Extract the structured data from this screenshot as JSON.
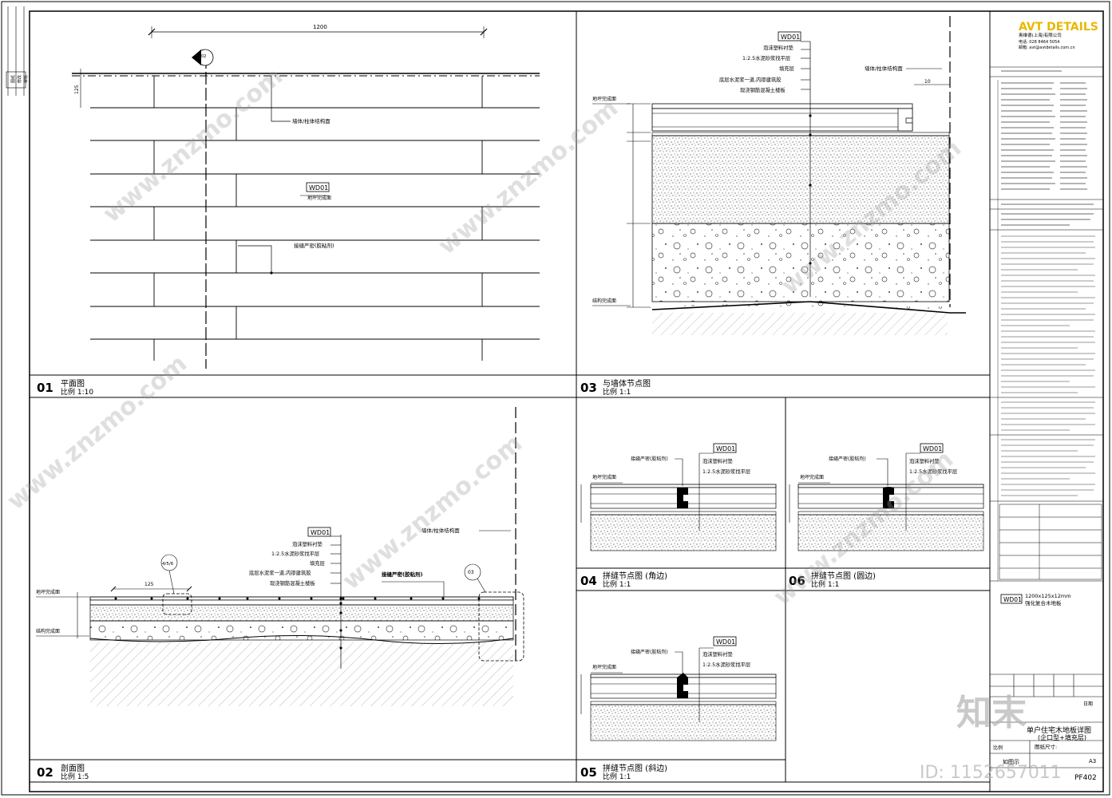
{
  "title_block": {
    "brand": "AVT DETAILS",
    "company": "奥维德(上海)有限公司",
    "phone": "电话: 028 8464 5054",
    "email": "邮箱: avt@avtdetails.com.cn",
    "drawing_name_line1": "单户住宅木地板详图",
    "drawing_name_line2": "(企口型+填充层)",
    "date_label": "日期",
    "scale_label": "比例",
    "scale_value": "如图示",
    "size_label": "图纸尺寸:",
    "size_value": "A3",
    "drawing_no": "PF402",
    "legend_code": "WD01",
    "legend_line1": "1200x125x12mm",
    "legend_line2": "强化复合木地板"
  },
  "watermark": {
    "site": "www.znzmo.com",
    "brand_cn": "知末",
    "id_text": "ID: 1152657011"
  },
  "panels": [
    {
      "num": "01",
      "title": "平面图",
      "scale": "比例 1:10"
    },
    {
      "num": "02",
      "title": "剖面图",
      "scale": "比例 1:5"
    },
    {
      "num": "03",
      "title": "与墙体节点图",
      "scale": "比例 1:1"
    },
    {
      "num": "04",
      "title": "拼缝节点图 (角边)",
      "scale": "比例 1:1"
    },
    {
      "num": "05",
      "title": "拼缝节点图 (斜边)",
      "scale": "比例 1:1"
    },
    {
      "num": "06",
      "title": "拼缝节点图 (圆边)",
      "scale": "比例 1:1"
    }
  ],
  "labels": {
    "wall": "墙体/柱体结构面",
    "floor_finish": "地坪完成面",
    "structure_face": "结构完成面",
    "seam": "接缝严密(胶粘剂)",
    "seam_bold": "接缝严密(胶粘剂)",
    "material": "WD01",
    "pad": "泡沫塑料衬垫",
    "mortar": "1:2.5水泥砂浆找平层",
    "fill": "填充层",
    "slurry": "底层水泥浆一道,内掺建筑胶",
    "slab": "现浇钢筋混凝土楼板",
    "dim_1200": "1200",
    "dim_125": "125",
    "dim_10": "10",
    "callout_02": "02",
    "callout_03": "03",
    "callout_456": "4/5/6"
  },
  "left_strip": [
    "图纸",
    "修改",
    "审核"
  ]
}
